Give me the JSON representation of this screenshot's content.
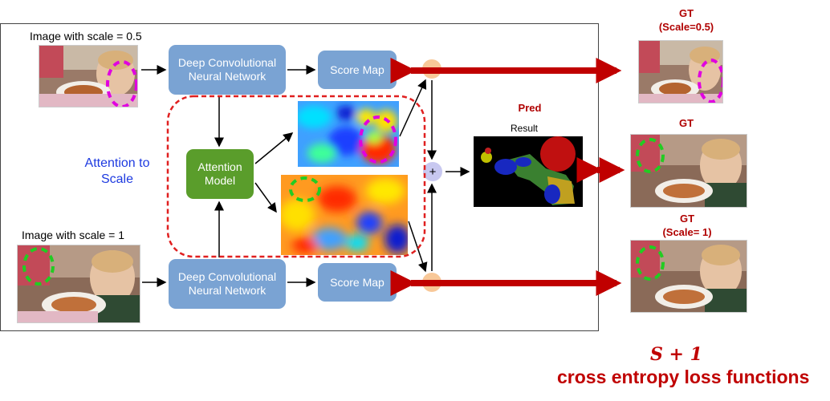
{
  "labels": {
    "img_half": "Image with scale = 0.5",
    "img_full": "Image with scale = 1",
    "attention_to_scale": "Attention to Scale",
    "result": "Result"
  },
  "boxes": {
    "dcnn_top": "Deep Convolutional Neural Network",
    "dcnn_bottom": "Deep Convolutional Neural Network",
    "score_top": "Score Map",
    "score_bottom": "Score Map",
    "attention_model": "Attention Model",
    "plus": "+"
  },
  "right": {
    "gt_half": "GT\n(Scale=0.5)",
    "pred": "Pred",
    "gt_mid": "GT",
    "gt_full": "GT\n(Scale= 1)"
  },
  "footer": {
    "formula": "S + 1",
    "caption": "cross entropy loss functions"
  },
  "colors": {
    "box_blue": "#7aa3d3",
    "attention_green": "#5a9d2b",
    "arrow_red": "#c00000",
    "dashed_red": "#e02020",
    "label_blue": "#1d3ae0"
  }
}
